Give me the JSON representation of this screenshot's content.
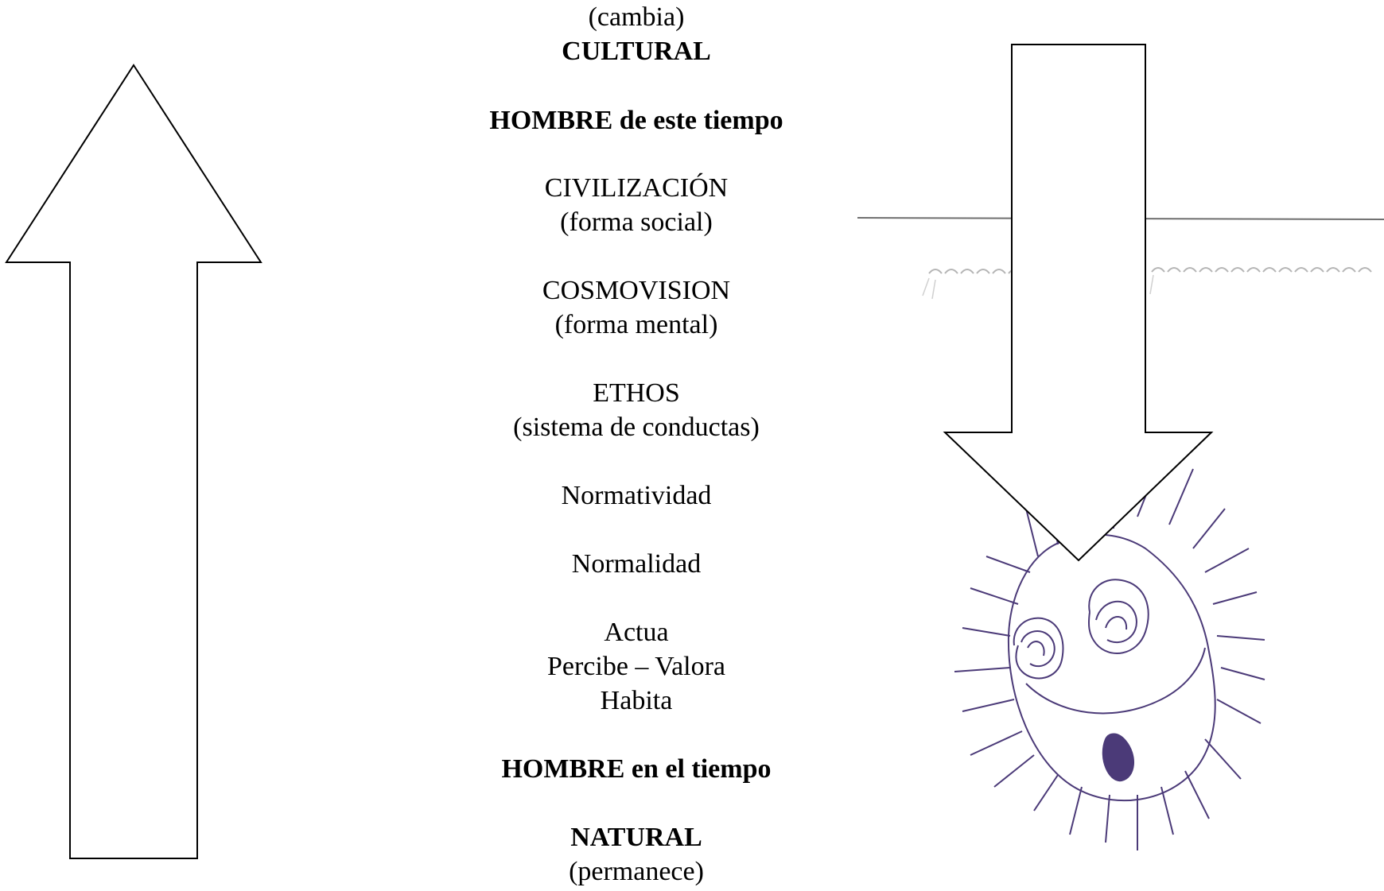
{
  "diagram": {
    "top_note": "(cambia)",
    "top_heading": "CULTURAL",
    "hombre_este_tiempo": "HOMBRE de este tiempo",
    "civilizacion": {
      "title": "CIVILIZACIÓN",
      "note": "(forma social)"
    },
    "cosmovision": {
      "title": "COSMOVISION",
      "note": "(forma mental)"
    },
    "ethos": {
      "title": "ETHOS",
      "note": "(sistema de conductas)"
    },
    "normatividad": "Normatividad",
    "normalidad": "Normalidad",
    "acciones": [
      "Actua",
      "Percibe – Valora",
      "Habita"
    ],
    "hombre_en_tiempo": "HOMBRE en el tiempo",
    "bottom_heading": "NATURAL",
    "bottom_note": "(permanece)"
  },
  "colors": {
    "ink": "#000000",
    "scribble": "#4b3a78",
    "paper_line": "#6f6f6f"
  },
  "icons": [
    "up-arrow-icon",
    "down-arrow-icon",
    "child-drawing-face-icon"
  ]
}
